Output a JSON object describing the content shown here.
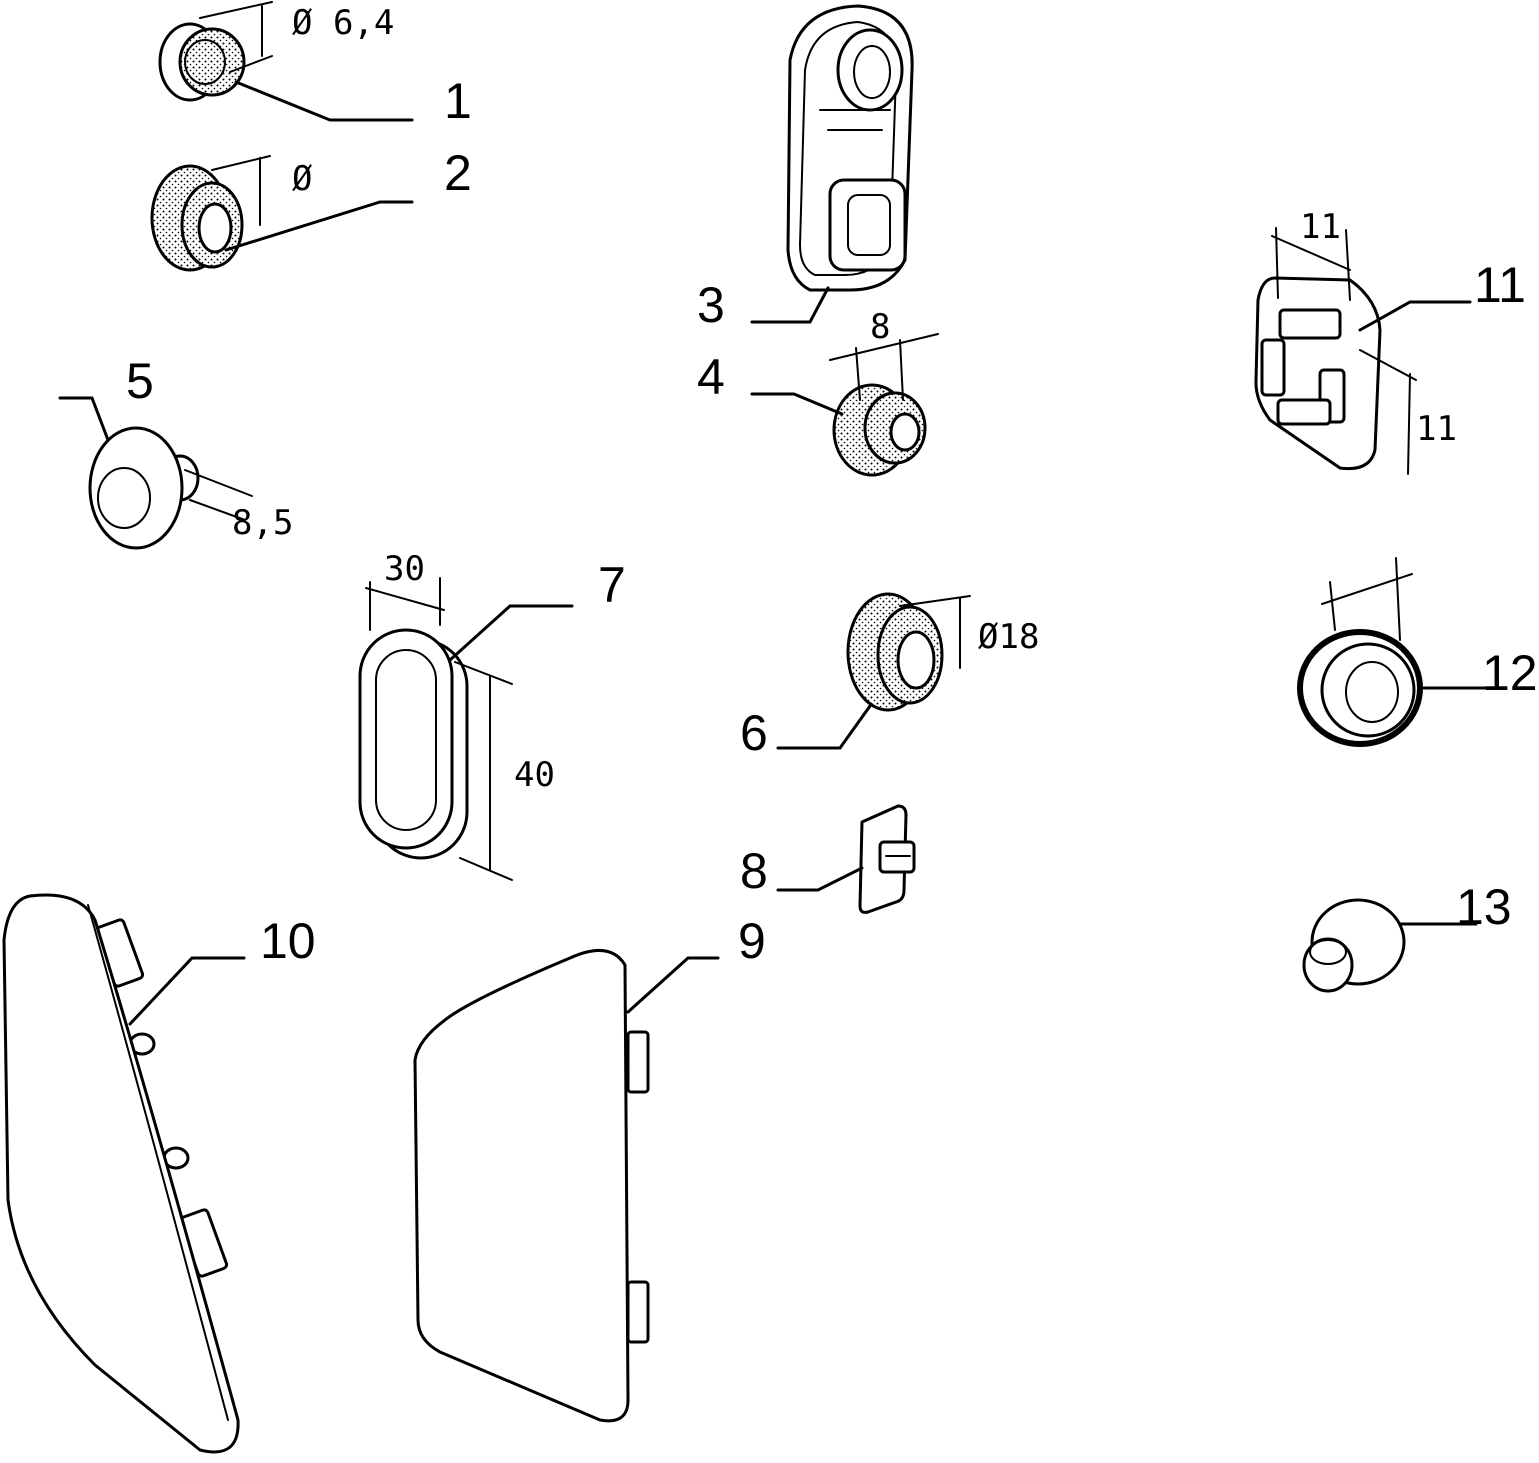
{
  "callouts": {
    "c1": "1",
    "c2": "2",
    "c3": "3",
    "c4": "4",
    "c5": "5",
    "c6": "6",
    "c7": "7",
    "c8": "8",
    "c9": "9",
    "c10": "10",
    "c11": "11",
    "c12": "12",
    "c13": "13"
  },
  "dimensions": {
    "d_part1": "Ø 6,4",
    "d_part2": "Ø",
    "d_part4": "8",
    "d_part5": "8,5",
    "d_part6": "Ø18",
    "d_part7_width": "30",
    "d_part7_height": "40",
    "d_part11_width": "11",
    "d_part11_height": "11"
  }
}
